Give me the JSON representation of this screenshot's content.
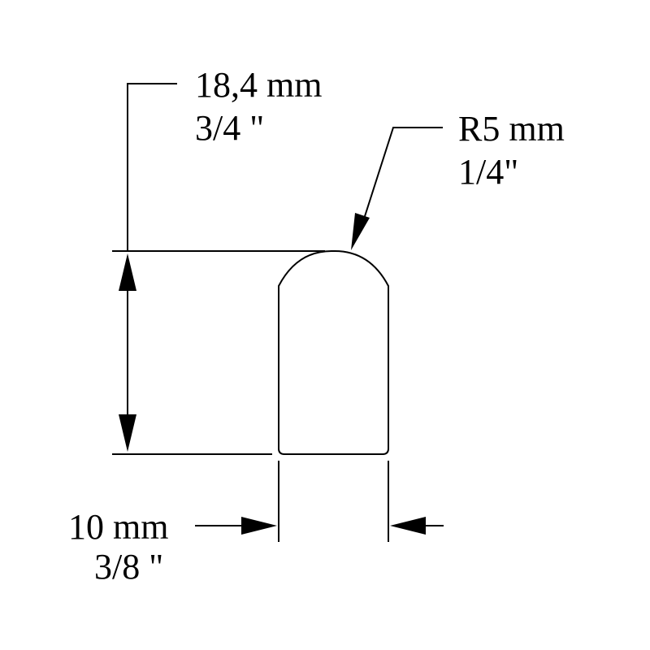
{
  "height_dimension": {
    "metric": "18,4 mm",
    "imperial": "3/4 \""
  },
  "radius_dimension": {
    "metric": "R5 mm",
    "imperial": "1/4\""
  },
  "width_dimension": {
    "metric": "10 mm",
    "imperial": "3/8 \""
  },
  "colors": {
    "line": "#000000",
    "background": "#ffffff"
  }
}
